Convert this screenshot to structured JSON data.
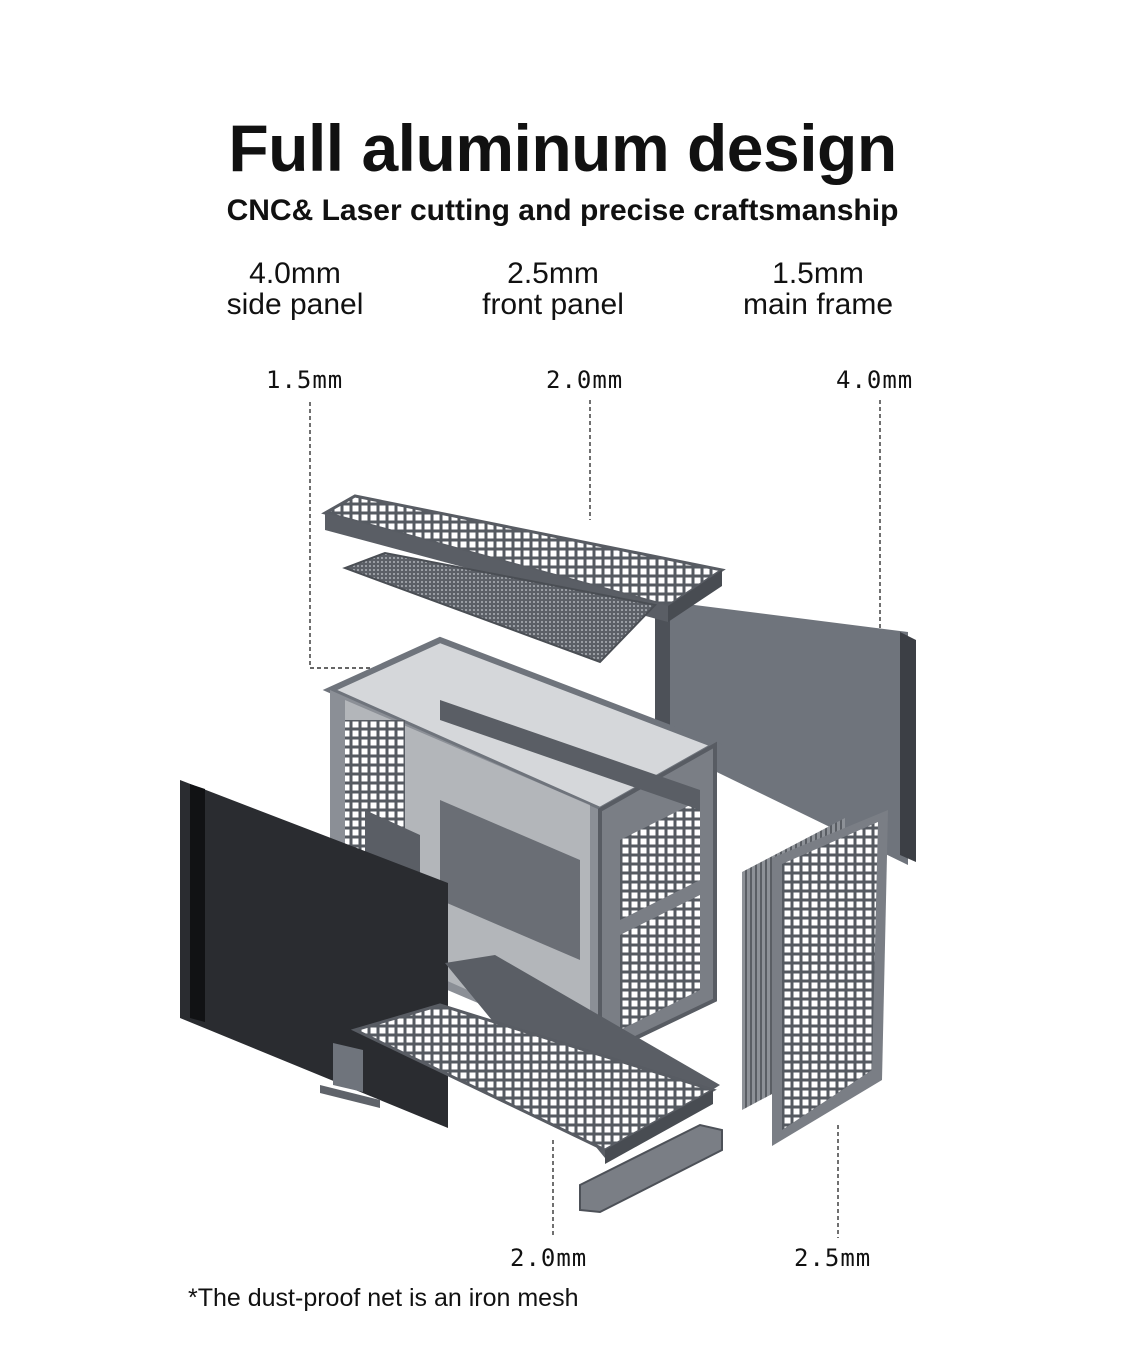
{
  "title": "Full aluminum design",
  "subtitle": "CNC& Laser cutting and precise craftsmanship",
  "specs": [
    {
      "value": "4.0mm",
      "label": "side panel"
    },
    {
      "value": "2.5mm",
      "label": "front panel"
    },
    {
      "value": "1.5mm",
      "label": "main frame"
    }
  ],
  "dimensions": {
    "top_left": "1.5mm",
    "top_center": "2.0mm",
    "top_right": "4.0mm",
    "bottom_center": "2.0mm",
    "bottom_right": "2.5mm"
  },
  "footnote": "*The dust-proof net is an iron mesh",
  "colors": {
    "aluminum": "#6f747c",
    "aluminum_dark": "#4d5158",
    "glass": "#2a2c30",
    "text": "#111111"
  }
}
